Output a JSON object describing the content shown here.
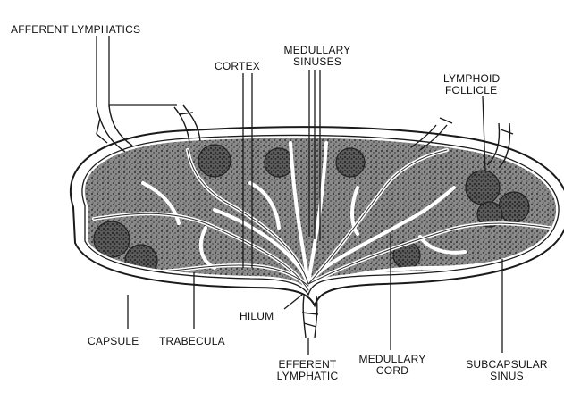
{
  "labels": {
    "afferent_lymphatics": "AFFERENT LYMPHATICS",
    "medullary_sinuses_1": "MEDULLARY",
    "medullary_sinuses_2": "SINUSES",
    "cortex": "CORTEX",
    "lymphoid_follicle_1": "LYMPHOID",
    "lymphoid_follicle_2": "FOLLICLE",
    "hilum": "HILUM",
    "capsule": "CAPSULE",
    "trabecula": "TRABECULA",
    "efferent_lymphatic_1": "EFFERENT",
    "efferent_lymphatic_2": "LYMPHATIC",
    "medullary_cord_1": "MEDULLARY",
    "medullary_cord_2": "CORD",
    "subcapsular_sinus_1": "SUBCAPSULAR",
    "subcapsular_sinus_2": "SINUS"
  },
  "colors": {
    "ink": "#1a1a1a",
    "tissue": "#6b6b6b",
    "follicle": "#3a3a3a",
    "background": "#ffffff"
  }
}
